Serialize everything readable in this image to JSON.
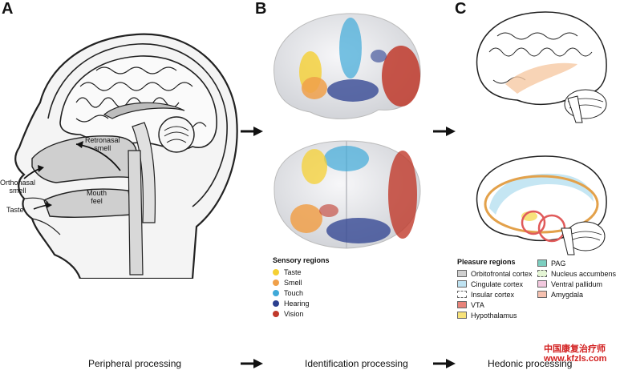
{
  "panels": {
    "a": "A",
    "b": "B",
    "c": "C"
  },
  "head_labels": {
    "retronasal": "Retronasal\nsmell",
    "orthonasal": "Orthonasal\nsmell",
    "mouth": "Mouth\nfeel",
    "taste": "Taste"
  },
  "stages": {
    "peripheral": "Peripheral processing",
    "identification": "Identification processing",
    "hedonic": "Hedonic processing"
  },
  "sensory_legend": {
    "title": "Sensory regions",
    "items": [
      {
        "label": "Taste",
        "color": "#f5d033"
      },
      {
        "label": "Smell",
        "color": "#f0a04a"
      },
      {
        "label": "Touch",
        "color": "#3fa9d8"
      },
      {
        "label": "Hearing",
        "color": "#2b3f8f"
      },
      {
        "label": "Vision",
        "color": "#c0392b"
      }
    ]
  },
  "pleasure_legend": {
    "title": "Pleasure regions",
    "col1": [
      {
        "label": "Orbitofrontal cortex",
        "color": "#cfcfcf",
        "dashed": false
      },
      {
        "label": "Cingulate cortex",
        "color": "#bfe3f2",
        "dashed": false
      },
      {
        "label": "Insular cortex",
        "color": "#ffffff",
        "dashed": true
      },
      {
        "label": "VTA",
        "color": "#e8837a",
        "dashed": false
      },
      {
        "label": "Hypothalamus",
        "color": "#f7e27a",
        "dashed": false
      }
    ],
    "col2": [
      {
        "label": "PAG",
        "color": "#7ccfc0",
        "dashed": false
      },
      {
        "label": "Nucleus accumbens",
        "color": "#e4f5d4",
        "dashed": true
      },
      {
        "label": "Ventral pallidum",
        "color": "#f2c8de",
        "dashed": false
      },
      {
        "label": "Amygdala",
        "color": "#f6c1b0",
        "dashed": false
      }
    ]
  },
  "watermark": {
    "line1": "中国康复治疗师",
    "line2": "www.kfzls.com"
  },
  "icons": {
    "arrow": "right-arrow-icon"
  }
}
